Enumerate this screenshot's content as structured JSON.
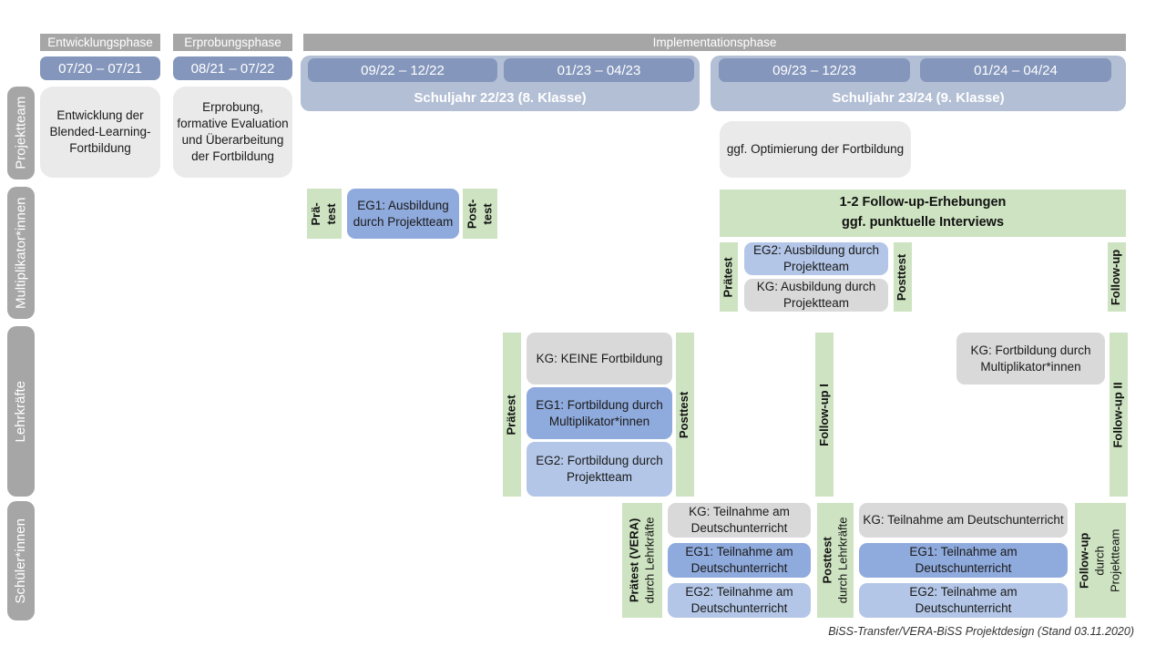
{
  "colors": {
    "header_gray": "#A6A6A6",
    "sidebar_gray": "#A6A6A6",
    "date_blue": "#8496BB",
    "schoolyear_blue": "#B3BFD5",
    "eg1_blue": "#8FAADC",
    "eg2_blue": "#B3C6E7",
    "kg_gray": "#D9D9D9",
    "projekt_box_gray": "#EAEAEA",
    "green": "#CDE3C1"
  },
  "phase_headers": {
    "entwicklung": "Entwicklungsphase",
    "erprobung": "Erprobungsphase",
    "implementation": "Implementationsphase"
  },
  "periods": {
    "p1": "07/20 – 07/21",
    "p2": "08/21 – 07/22",
    "p3": "09/22 – 12/22",
    "p4": "01/23 – 04/23",
    "p5": "09/23 – 12/23",
    "p6": "01/24 – 04/24"
  },
  "school_years": {
    "sy1": "Schuljahr 22/23 (8. Klasse)",
    "sy2": "Schuljahr 23/24 (9. Klasse)"
  },
  "sidebar": {
    "projektteam": "Projektteam",
    "multiplikatoren": "Multiplikator*innen",
    "lehrkraefte": "Lehrkräfte",
    "schueler": "Schüler*innen"
  },
  "projektteam_row": {
    "entwicklung_box": "Entwicklung der Blended-Learning-Fortbildung",
    "erprobung_box": "Erprobung, formative Evaluation und Überarbeitung der Fortbildung",
    "optimierung_box": "ggf. Optimierung der Fortbildung"
  },
  "multiplikator_row": {
    "praetest_sj1": "Prä-\ntest",
    "eg1_box": "EG1: Ausbildung durch Projektteam",
    "posttest_sj1": "Post-\ntest",
    "followup_line1": "1-2 Follow-up-Erhebungen",
    "followup_line2": "ggf. punktuelle Interviews",
    "praetest_sj2": "Prätest",
    "eg2_box": "EG2: Ausbildung durch Projektteam",
    "kg_box": "KG: Ausbildung durch Projektteam",
    "posttest_sj2": "Posttest",
    "followup_bar": "Follow-up"
  },
  "lehrkraefte_row": {
    "praetest": "Prätest",
    "kg_box": "KG: KEINE Fortbildung",
    "eg1_box": "EG1: Fortbildung durch Multiplikator*innen",
    "eg2_box": "EG2: Fortbildung durch Projektteam",
    "posttest": "Posttest",
    "followup1": "Follow-up I",
    "kg_box2": "KG: Fortbildung durch Multiplikator*innen",
    "followup2": "Follow-up II"
  },
  "schueler_row": {
    "praetest_label": "Prätest (VERA)",
    "praetest_sub": "durch  Lehrkräfte",
    "kg_box1": "KG: Teilnahme am Deutschunterricht",
    "eg1_box1": "EG1: Teilnahme am Deutschunterricht",
    "eg2_box1": "EG2: Teilnahme am Deutschunterricht",
    "posttest_label": "Posttest",
    "posttest_sub": "durch  Lehrkräfte",
    "kg_box2": "KG: Teilnahme am Deutschunterricht",
    "eg1_box2": "EG1: Teilnahme am Deutschunterricht",
    "eg2_box2": "EG2: Teilnahme am Deutschunterricht",
    "followup_label": "Follow-up",
    "followup_sub1": "durch",
    "followup_sub2": "Projektteam"
  },
  "footer": "BiSS-Transfer/VERA-BiSS Projektdesign (Stand 03.11.2020)"
}
